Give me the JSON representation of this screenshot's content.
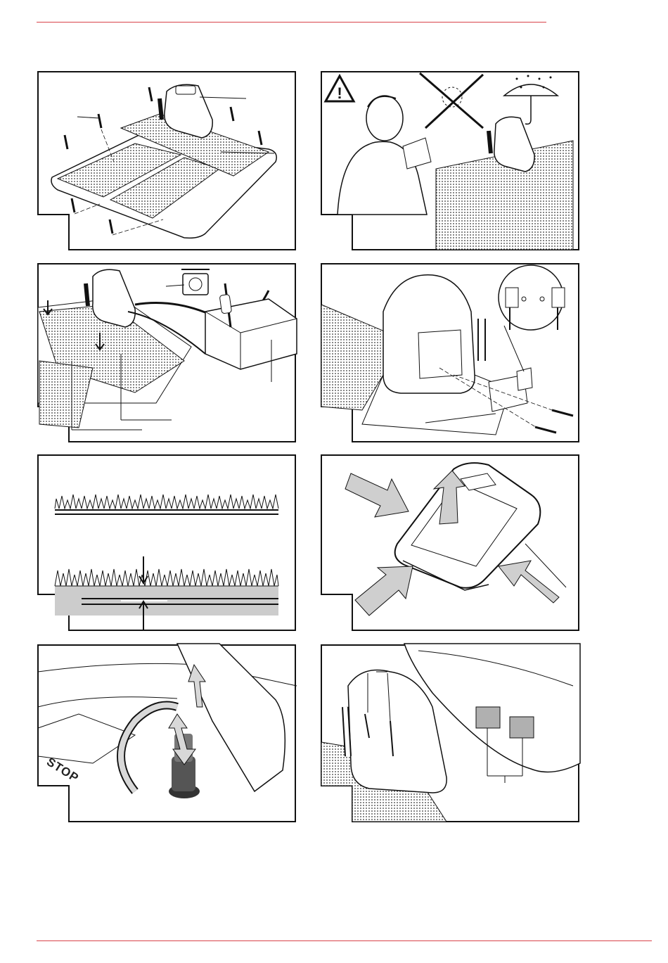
{
  "page": {
    "accent_color": "#d9434a"
  },
  "panels": [
    {
      "id": "fig-1",
      "subject": "charging-base-pegs-assembly"
    },
    {
      "id": "fig-2",
      "subject": "read-instructions-no-sun-no-rain"
    },
    {
      "id": "fig-3",
      "subject": "power-supply-connection"
    },
    {
      "id": "fig-4",
      "subject": "boundary-wire-connection"
    },
    {
      "id": "fig-5",
      "subject": "grass-cutting-height"
    },
    {
      "id": "fig-6",
      "subject": "lift-the-mower-cover"
    },
    {
      "id": "fig-7",
      "subject": "cutting-height-adjustment"
    },
    {
      "id": "fig-8",
      "subject": "charging-contacts"
    }
  ],
  "labels": {
    "stop": "STOP"
  }
}
